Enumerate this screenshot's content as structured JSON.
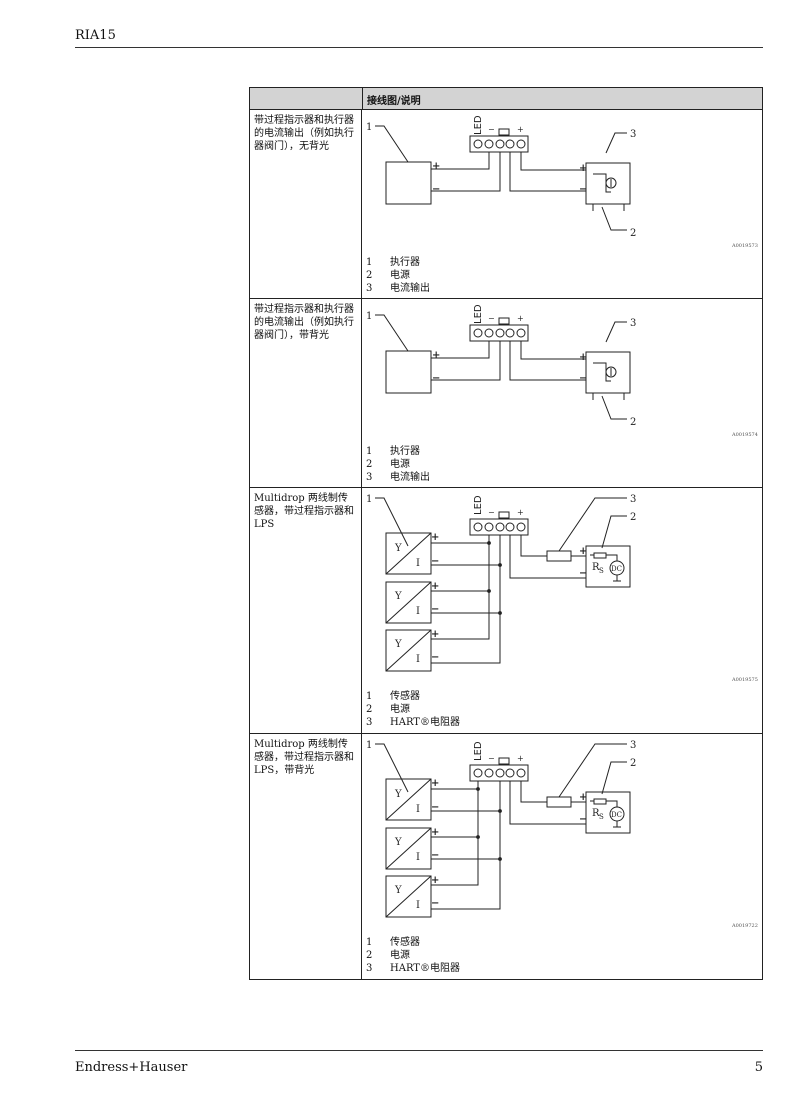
{
  "header": {
    "title": "RIA15"
  },
  "footer": {
    "company": "Endress+Hauser",
    "page": "5"
  },
  "table": {
    "col2_header": "接线图/说明",
    "rows": [
      {
        "description": "带过程指示器和执行器的电流输出（例如执行器阀门），无背光",
        "figure_id": "A0019573",
        "callouts": [
          "1",
          "2",
          "3"
        ],
        "legend": [
          {
            "num": "1",
            "text": "执行器"
          },
          {
            "num": "2",
            "text": "电源"
          },
          {
            "num": "3",
            "text": "电流输出"
          }
        ]
      },
      {
        "description": "带过程指示器和执行器的电流输出（例如执行器阀门），带背光",
        "figure_id": "A0019574",
        "callouts": [
          "1",
          "2",
          "3"
        ],
        "legend": [
          {
            "num": "1",
            "text": "执行器"
          },
          {
            "num": "2",
            "text": "电源"
          },
          {
            "num": "3",
            "text": "电流输出"
          }
        ]
      },
      {
        "description": "Multidrop 两线制传感器，带过程指示器和 LPS",
        "figure_id": "A0019575",
        "callouts": [
          "1",
          "2",
          "3"
        ],
        "legend": [
          {
            "num": "1",
            "text": "传感器"
          },
          {
            "num": "2",
            "text": "电源"
          },
          {
            "num": "3",
            "text": "HART®电阻器"
          }
        ]
      },
      {
        "description": "Multidrop 两线制传感器，带过程指示器和 LPS，带背光",
        "figure_id": "A0019722",
        "callouts": [
          "1",
          "2",
          "3"
        ],
        "legend": [
          {
            "num": "1",
            "text": "传感器"
          },
          {
            "num": "2",
            "text": "电源"
          },
          {
            "num": "3",
            "text": "HART®电阻器"
          }
        ]
      }
    ]
  },
  "labels": {
    "led": "LED",
    "minus": "−",
    "plus": "+",
    "sensor_y": "Y",
    "sensor_i": "I",
    "rs": "R",
    "rs_sub": "S",
    "dc": "DC"
  }
}
